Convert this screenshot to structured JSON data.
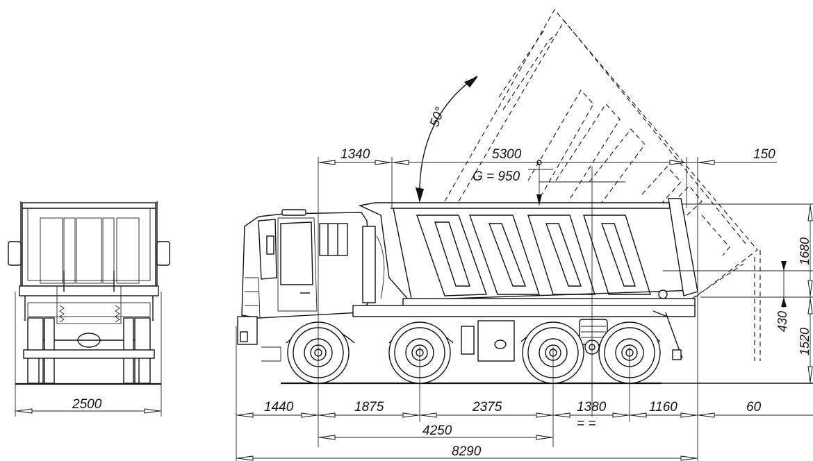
{
  "dimensions": {
    "rear_width": "2500",
    "front_overhang": "1440",
    "axle_spacing_1": "1875",
    "axle_spacing_2": "2375",
    "axle_spacing_3": "1380",
    "axle_spacing_4": "1160",
    "rear_overhang": "60",
    "wheelbase_to_bogie": "4250",
    "overall_length": "8290",
    "cab_to_body": "1340",
    "body_length": "5300",
    "body_rear_overhang": "150",
    "tip_angle": "50°",
    "g_label": "G = 950",
    "body_height": "1680",
    "tailgate_clearance": "430",
    "frame_height": "1520"
  },
  "symbols": {
    "centre_mark": "= ="
  }
}
